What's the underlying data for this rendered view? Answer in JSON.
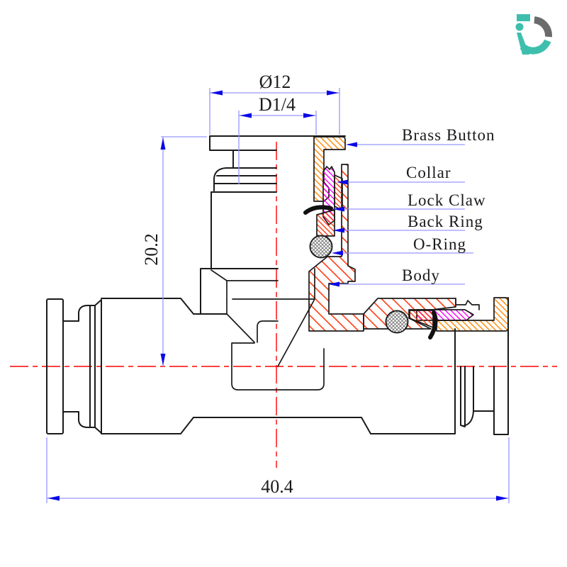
{
  "drawing": {
    "dimensions": {
      "top_outer": "Ø12",
      "top_inner": "D1/4",
      "left_height": "20.2",
      "bottom_width": "40.4"
    },
    "part_labels": {
      "brass_button": "Brass Button",
      "collar": "Collar",
      "lock_claw": "Lock Claw",
      "back_ring": "Back Ring",
      "o_ring": "O-Ring",
      "body": "Body"
    },
    "colors": {
      "outline": "#1a1a1a",
      "centerline": "#ff0000",
      "dimension_line": "#9896ff",
      "dimension_arrow": "#0a08e8",
      "brass_button_hatch": "#ff8400",
      "collar_hatch": "#ff00ff",
      "body_hatch": "#ff2e00",
      "oring_hatch": "#6f6f6f",
      "logo_teal": "#3ebfae",
      "logo_gray": "#6b6b6b"
    }
  }
}
